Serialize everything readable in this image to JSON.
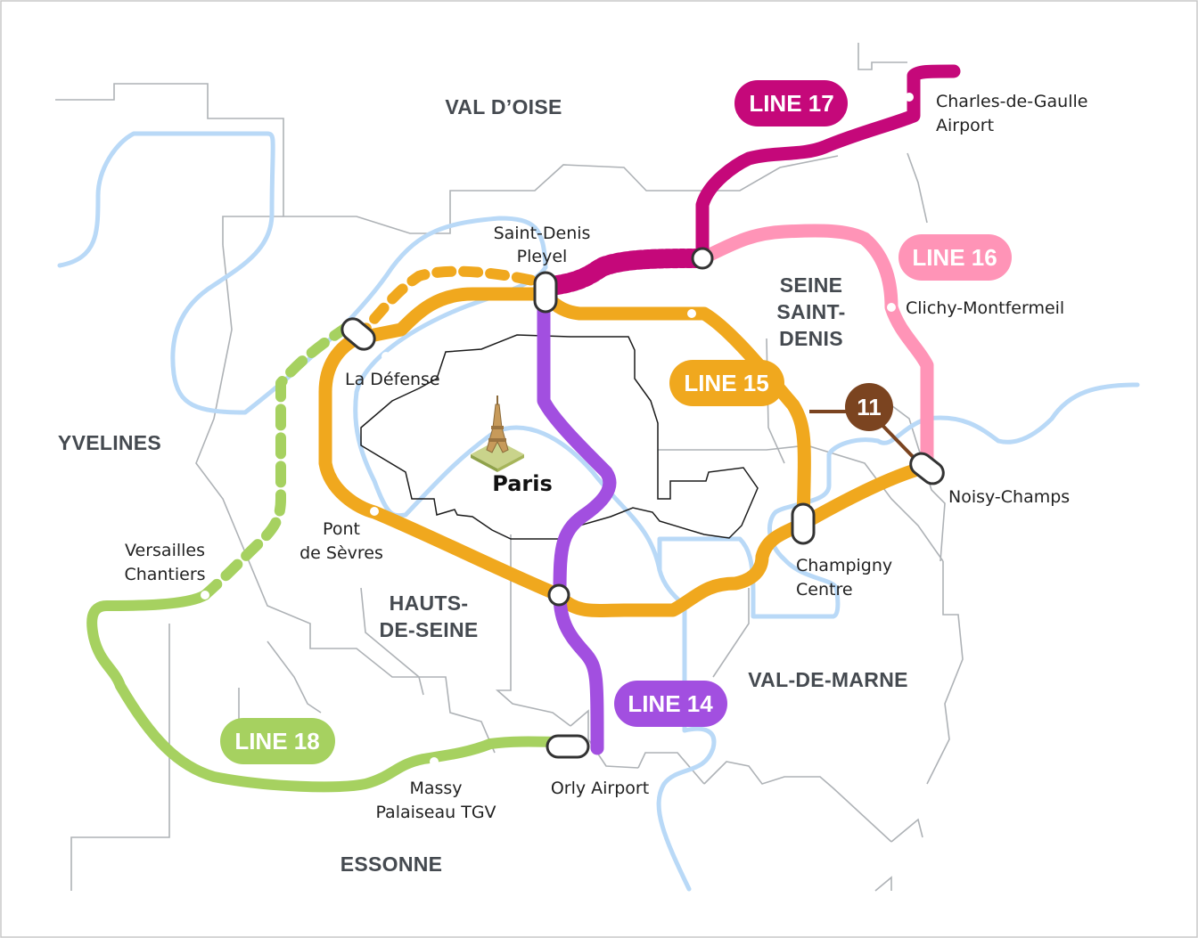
{
  "map": {
    "regions": {
      "val_doise": "VAL D’OISE",
      "yvelines": "YVELINES",
      "seine_saint_denis": [
        "SEINE",
        "SAINT-",
        "DENIS"
      ],
      "hauts_de_seine": [
        "HAUTS-",
        "DE-SEINE"
      ],
      "val_de_marne": "VAL-DE-MARNE",
      "essonne": "ESSONNE"
    },
    "city": "Paris",
    "lines": {
      "line14": {
        "label": "LINE 14",
        "color": "#a24fe0"
      },
      "line15": {
        "label": "LINE 15",
        "color": "#f0a81e"
      },
      "line16": {
        "label": "LINE 16",
        "color": "#ff94b7"
      },
      "line17": {
        "label": "LINE 17",
        "color": "#c5087a"
      },
      "line18": {
        "label": "LINE 18",
        "color": "#a6d160"
      },
      "line11": {
        "label": "11",
        "color": "#7b4420"
      }
    },
    "stations": {
      "saint_denis_pleyel": [
        "Saint-Denis",
        "Pleyel"
      ],
      "charles_de_gaulle": [
        "Charles-de-Gaulle",
        "Airport"
      ],
      "clichy_montfermeil": "Clichy-Montfermeil",
      "la_defense": "La Défense",
      "noisy_champs": "Noisy-Champs",
      "versailles_chantiers": [
        "Versailles",
        "Chantiers"
      ],
      "pont_de_sevres": [
        "Pont",
        "de Sèvres"
      ],
      "champigny_centre": [
        "Champigny",
        "Centre"
      ],
      "massy_palaiseau": [
        "Massy",
        "Palaiseau TGV"
      ],
      "orly_airport": "Orly Airport"
    },
    "colors": {
      "river": "#b9d9f7",
      "border": "#aeb2b6",
      "region_text": "#454a50"
    }
  }
}
